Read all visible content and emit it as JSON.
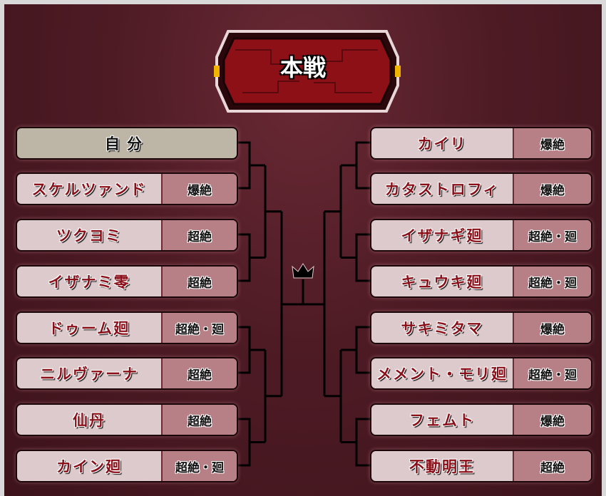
{
  "title": "本戦",
  "left": [
    {
      "name": "自分",
      "tag": null,
      "self": true
    },
    {
      "name": "スケルツァンド",
      "tag": "爆絶"
    },
    {
      "name": "ツクヨミ",
      "tag": "超絶"
    },
    {
      "name": "イザナミ零",
      "tag": "超絶"
    },
    {
      "name": "ドゥーム廻",
      "tag": "超絶・廻"
    },
    {
      "name": "ニルヴァーナ",
      "tag": "超絶"
    },
    {
      "name": "仙丹",
      "tag": "超絶"
    },
    {
      "name": "カイン廻",
      "tag": "超絶・廻"
    }
  ],
  "right": [
    {
      "name": "カイリ",
      "tag": "爆絶"
    },
    {
      "name": "カタストロフィ",
      "tag": "爆絶"
    },
    {
      "name": "イザナギ廻",
      "tag": "超絶・廻"
    },
    {
      "name": "キュウキ廻",
      "tag": "超絶・廻"
    },
    {
      "name": "サキミタマ",
      "tag": "爆絶"
    },
    {
      "name": "メメント・モリ廻",
      "tag": "超絶・廻"
    },
    {
      "name": "フェムト",
      "tag": "爆絶"
    },
    {
      "name": "不動明王",
      "tag": "超絶"
    }
  ],
  "icons": {
    "trophy": "crown-icon"
  }
}
